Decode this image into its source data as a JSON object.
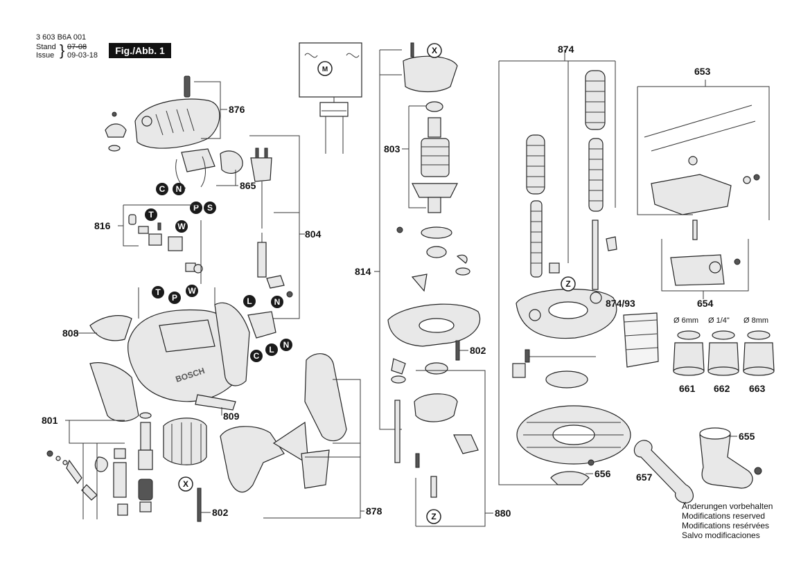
{
  "header": {
    "doc_number": "3 603 B6A 001",
    "stand_label": "Stand",
    "issue_label": "Issue",
    "stand_date_struck": "07-08",
    "issue_date": "09-03-18",
    "figure_label": "Fig./Abb. 1"
  },
  "part_labels": {
    "p876": "876",
    "p865": "865",
    "p816": "816",
    "p804": "804",
    "p808": "808",
    "p801": "801",
    "p809": "809",
    "p802a": "802",
    "p803": "803",
    "p814": "814",
    "p802b": "802",
    "p874": "874",
    "p878": "878",
    "p880": "880",
    "p87493": "874/93",
    "p653": "653",
    "p654": "654",
    "p656": "656",
    "p657": "657",
    "p655": "655",
    "p661": "661",
    "p662": "662",
    "p663": "663"
  },
  "collet_sizes": {
    "c661": "Ø 6mm",
    "c662": "Ø 1/4\"",
    "c663": "Ø 8mm"
  },
  "wire_markers": {
    "C1": "C",
    "N1": "N",
    "P1": "P",
    "S1": "S",
    "T1": "T",
    "W1": "W",
    "T2": "T",
    "P2": "P",
    "W2": "W",
    "L1": "L",
    "N2": "N",
    "C2": "C",
    "L2": "L",
    "N3": "N"
  },
  "ref_markers": {
    "X1": "X",
    "X2": "X",
    "Z1": "Z",
    "Z2": "Z"
  },
  "housing_brand": "BOSCH",
  "notes": [
    "Änderungen vorbehalten",
    "Modifications reserved",
    "Modifications resérvées",
    "Salvo modificaciones"
  ]
}
